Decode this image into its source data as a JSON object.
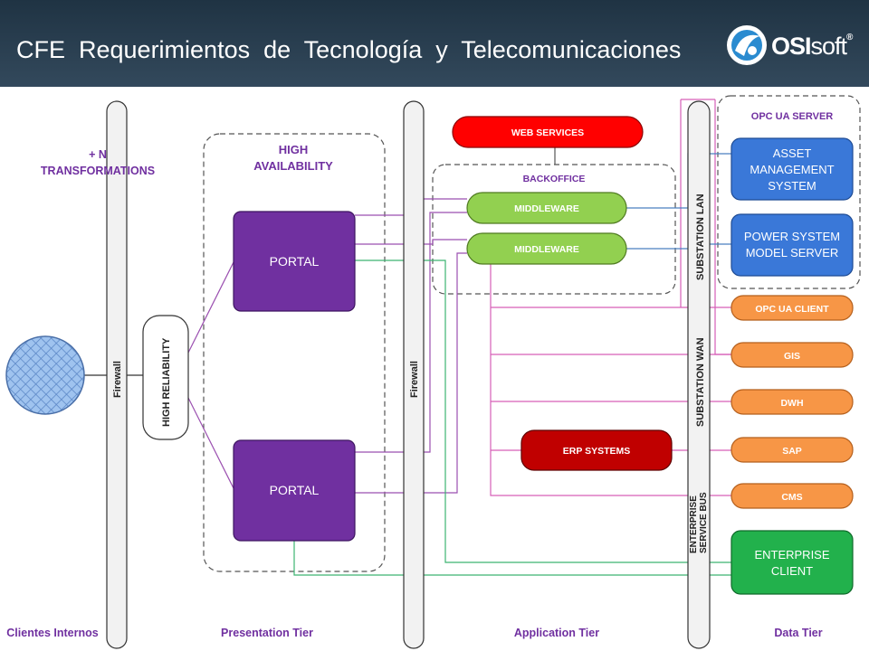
{
  "header": {
    "title": "CFE  Requerimientos  de  Tecnología  y  Telecomunicaciones",
    "logo_osi": "OSI",
    "logo_soft": "soft",
    "logo_reg": "®"
  },
  "labels": {
    "transformations": [
      "+ N",
      "TRANSFORMATIONS"
    ],
    "high_availability": [
      "HIGH",
      "AVAILABILITY"
    ],
    "backoffice": "BACKOFFICE",
    "opc_ua_server": "OPC UA SERVER",
    "firewall_1": "Firewall",
    "firewall_2": "Firewall",
    "high_reliability": "HIGH RELIABILITY",
    "substation_lan": "SUBSTATION LAN",
    "substation_wan": "SUBSTATION WAN",
    "enterprise_service_bus": [
      "ENTERPRISE",
      "SERVICE BUS"
    ]
  },
  "boxes": {
    "portal_top": "PORTAL",
    "portal_bottom": "PORTAL",
    "web_services": "WEB SERVICES",
    "middleware_1": "MIDDLEWARE",
    "middleware_2": "MIDDLEWARE",
    "erp_systems": "ERP SYSTEMS",
    "asset_management": [
      "ASSET",
      "MANAGEMENT",
      "SYSTEM"
    ],
    "power_system_model": [
      "POWER SYSTEM",
      "MODEL SERVER"
    ],
    "opc_ua_client": "OPC UA CLIENT",
    "gis": "GIS",
    "dwh": "DWH",
    "sap": "SAP",
    "cms": "CMS",
    "enterprise_client": [
      "ENTERPRISE",
      "CLIENT"
    ]
  },
  "tiers": {
    "clientes": "Clientes Internos",
    "presentation": "Presentation Tier",
    "application": "Application Tier",
    "data": "Data Tier"
  },
  "colors": {
    "purple": "#7030a0",
    "green": "#92d050",
    "red": "#ff0000",
    "dark_red": "#c00000",
    "blue": "#3a78d8",
    "orange": "#f79646",
    "enterprise_green": "#22b14c",
    "label_purple": "#7030a0",
    "label_blue": "#1f4e9c"
  }
}
